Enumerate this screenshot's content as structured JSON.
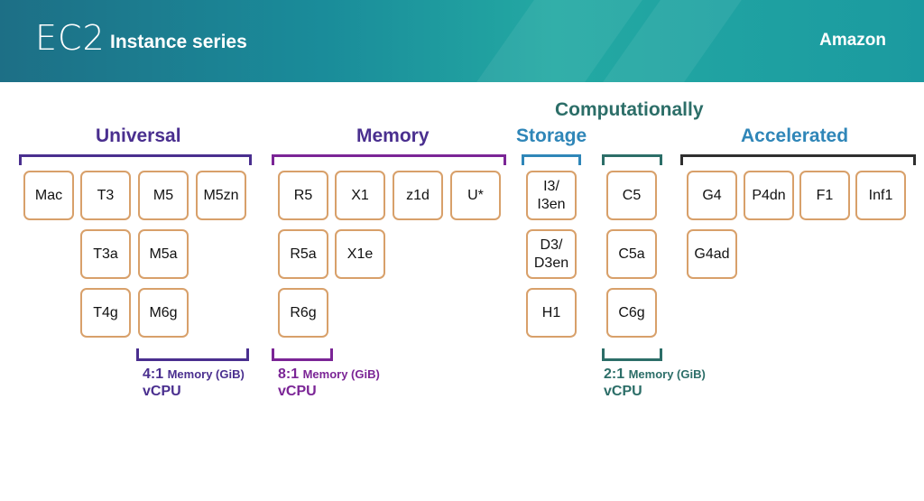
{
  "header": {
    "title_main": "EC2",
    "title_sub": "Instance series",
    "brand": "Amazon"
  },
  "colors": {
    "universal": "#4a2f8f",
    "memory": "#7b2596",
    "storage": "#2f86b8",
    "computational": "#2c6e68",
    "accelerated": "#2f86b8",
    "box_border": "#d8a06a"
  },
  "groups": {
    "universal": {
      "label": "Universal",
      "ratio": "4:1",
      "memory_label": "Memory (GiB)",
      "vcpu_label": "vCPU"
    },
    "memory": {
      "label": "Memory",
      "ratio": "8:1",
      "memory_label": "Memory (GiB)",
      "vcpu_label": "vCPU"
    },
    "storage": {
      "label": "Storage"
    },
    "computational": {
      "label": "Computationally",
      "ratio": "2:1",
      "memory_label": "Memory (GiB)",
      "vcpu_label": "vCPU"
    },
    "accelerated": {
      "label": "Accelerated"
    }
  },
  "instances": {
    "mac": "Mac",
    "t3": "T3",
    "m5": "M5",
    "m5zn": "M5zn",
    "t3a": "T3a",
    "m5a": "M5a",
    "t4g": "T4g",
    "m6g": "M6g",
    "r5": "R5",
    "x1": "X1",
    "z1d": "z1d",
    "u": "U*",
    "r5a": "R5a",
    "x1e": "X1e",
    "r6g": "R6g",
    "i3": "I3/\nI3en",
    "d3": "D3/\nD3en",
    "h1": "H1",
    "c5": "C5",
    "c5a": "C5a",
    "c6g": "C6g",
    "g4": "G4",
    "p4dn": "P4dn",
    "f1": "F1",
    "inf1": "Inf1",
    "g4ad": "G4ad"
  }
}
